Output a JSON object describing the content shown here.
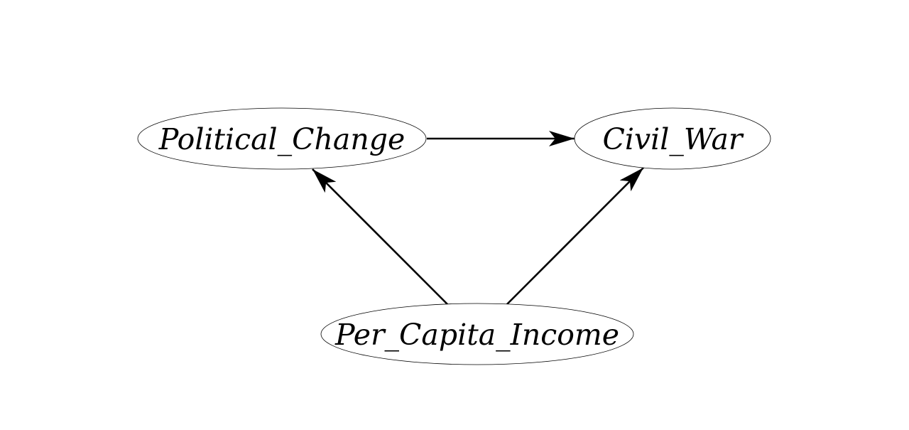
{
  "diagram": {
    "type": "directed-graph",
    "nodes": [
      {
        "id": "political_change",
        "label": "Political_Change"
      },
      {
        "id": "civil_war",
        "label": "Civil_War"
      },
      {
        "id": "per_capita_income",
        "label": "Per_Capita_Income"
      }
    ],
    "edges": [
      {
        "from": "political_change",
        "to": "civil_war"
      },
      {
        "from": "per_capita_income",
        "to": "political_change"
      },
      {
        "from": "per_capita_income",
        "to": "civil_war"
      }
    ],
    "colors": {
      "background": "#ffffff",
      "stroke": "#000000",
      "text": "#000000"
    }
  }
}
